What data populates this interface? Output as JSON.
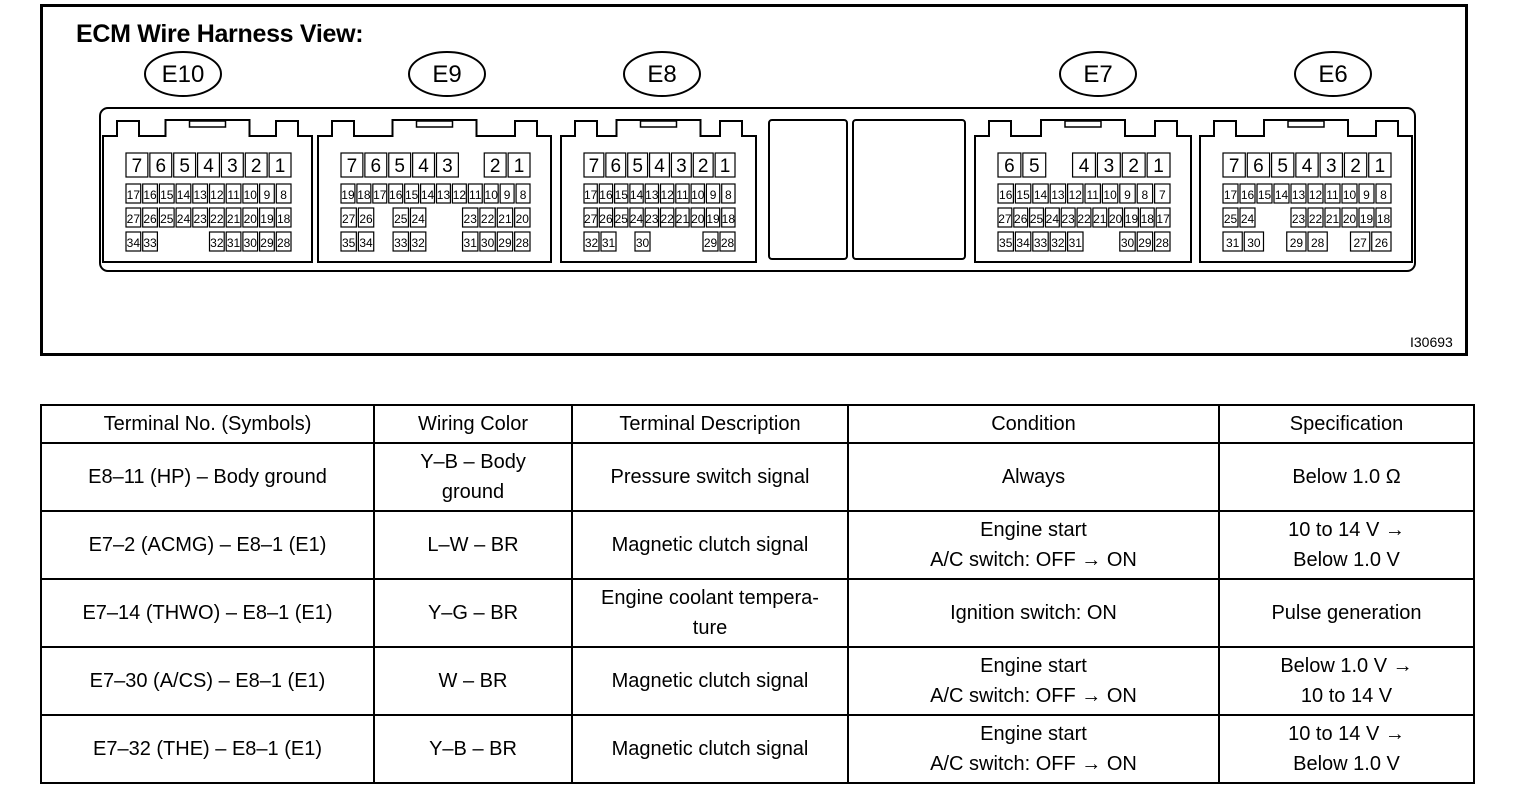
{
  "diagram": {
    "title": "ECM Wire Harness View:",
    "code": "I30693",
    "connectors": [
      {
        "label": "E10",
        "rows": [
          [
            "7",
            "6",
            "5",
            "4",
            "3",
            "2",
            "1"
          ],
          [
            "17",
            "16",
            "15",
            "14",
            "13",
            "12",
            "11",
            "10",
            "9",
            "8"
          ],
          [
            "27",
            "26",
            "25",
            "24",
            "23",
            "22",
            "21",
            "20",
            "19",
            "18"
          ],
          [
            "34",
            "33",
            "",
            "",
            "",
            "32",
            "31",
            "30",
            "29",
            "28"
          ]
        ]
      },
      {
        "label": "E9",
        "rows": [
          [
            "7",
            "6",
            "5",
            "4",
            "3",
            "",
            "2",
            "1"
          ],
          [
            "19",
            "18",
            "17",
            "16",
            "15",
            "14",
            "13",
            "12",
            "11",
            "10",
            "9",
            "8"
          ],
          [
            "27",
            "26",
            "",
            "25",
            "24",
            "",
            "",
            "23",
            "22",
            "21",
            "20"
          ],
          [
            "35",
            "34",
            "",
            "33",
            "32",
            "",
            "",
            "31",
            "30",
            "29",
            "28"
          ]
        ]
      },
      {
        "label": "E8",
        "rows": [
          [
            "7",
            "6",
            "5",
            "4",
            "3",
            "2",
            "1"
          ],
          [
            "17",
            "16",
            "15",
            "14",
            "13",
            "12",
            "11",
            "10",
            "9",
            "8"
          ],
          [
            "27",
            "26",
            "25",
            "24",
            "23",
            "22",
            "21",
            "20",
            "19",
            "18"
          ],
          [
            "32",
            "31",
            "",
            "30",
            "",
            "",
            "",
            "29",
            "28"
          ]
        ]
      },
      {
        "label": "E7",
        "rows": [
          [
            "6",
            "5",
            "",
            "4",
            "3",
            "2",
            "1"
          ],
          [
            "16",
            "15",
            "14",
            "13",
            "12",
            "11",
            "10",
            "9",
            "8",
            "7"
          ],
          [
            "27",
            "26",
            "25",
            "24",
            "23",
            "22",
            "21",
            "20",
            "19",
            "18",
            "17"
          ],
          [
            "35",
            "34",
            "33",
            "32",
            "31",
            "",
            "",
            "30",
            "29",
            "28"
          ]
        ]
      },
      {
        "label": "E6",
        "rows": [
          [
            "7",
            "6",
            "5",
            "4",
            "3",
            "2",
            "1"
          ],
          [
            "17",
            "16",
            "15",
            "14",
            "13",
            "12",
            "11",
            "10",
            "9",
            "8"
          ],
          [
            "25",
            "24",
            "",
            "",
            "23",
            "22",
            "21",
            "20",
            "19",
            "18"
          ],
          [
            "31",
            "30",
            "",
            "29",
            "28",
            "",
            "27",
            "26"
          ]
        ]
      }
    ]
  },
  "table": {
    "headers": [
      "Terminal No. (Symbols)",
      "Wiring Color",
      "Terminal Description",
      "Condition",
      "Specification"
    ],
    "rows": [
      [
        "E8–11 (HP) – Body ground",
        "Y–B – Body\nground",
        "Pressure switch signal",
        "Always",
        "Below 1.0 Ω"
      ],
      [
        "E7–2 (ACMG) – E8–1 (E1)",
        "L–W – BR",
        "Magnetic clutch signal",
        "Engine start\nA/C switch: OFF → ON",
        "10 to 14 V →\nBelow 1.0 V"
      ],
      [
        "E7–14 (THWO) – E8–1 (E1)",
        "Y–G – BR",
        "Engine coolant tempera-\nture",
        "Ignition switch: ON",
        "Pulse generation"
      ],
      [
        "E7–30 (A/CS) – E8–1 (E1)",
        "W – BR",
        "Magnetic clutch signal",
        "Engine start\nA/C switch: OFF → ON",
        "Below 1.0 V →\n10 to 14 V"
      ],
      [
        "E7–32 (THE) – E8–1 (E1)",
        "Y–B – BR",
        "Magnetic clutch signal",
        "Engine start\nA/C switch: OFF → ON",
        "10 to 14 V →\nBelow 1.0 V"
      ]
    ]
  }
}
